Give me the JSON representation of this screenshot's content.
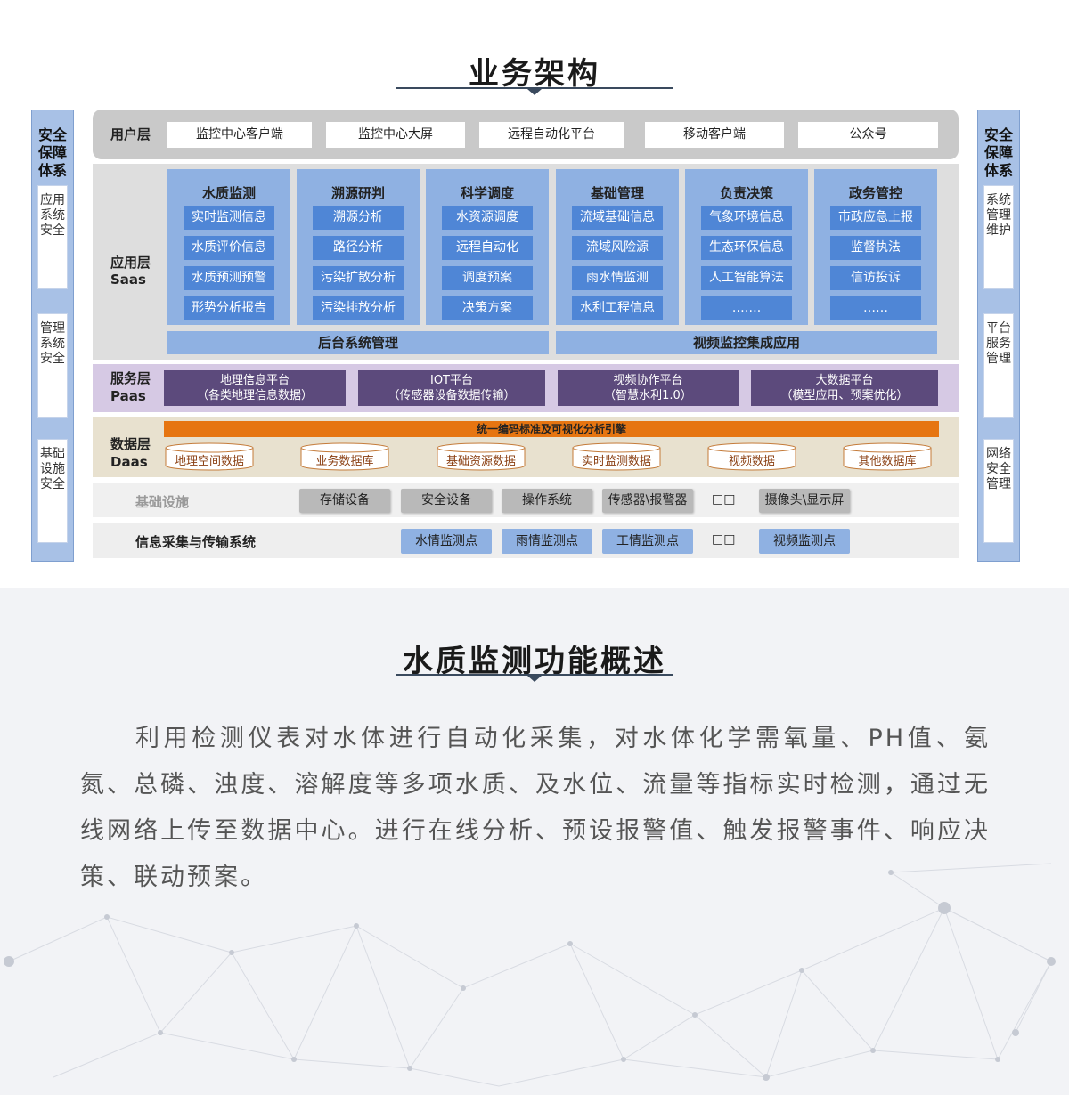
{
  "architecture": {
    "title": "业务架构",
    "left_side": {
      "title": "安全保障体系",
      "items": [
        "应用系统安全",
        "管理系统安全",
        "基础设施安全"
      ]
    },
    "right_side": {
      "title": "安全保障体系",
      "items": [
        "系统管理维护",
        "平台服务管理",
        "网络安全管理"
      ]
    },
    "user_layer": {
      "label": "用户层",
      "items": [
        "监控中心客户端",
        "监控中心大屏",
        "远程自动化平台",
        "移动客户端",
        "公众号"
      ]
    },
    "app_layer": {
      "label": "应用层",
      "sublabel": "Saas",
      "columns": [
        {
          "title": "水质监测",
          "items": [
            "实时监测信息",
            "水质评价信息",
            "水质预测预警",
            "形势分析报告"
          ]
        },
        {
          "title": "溯源研判",
          "items": [
            "溯源分析",
            "路径分析",
            "污染扩散分析",
            "污染排放分析"
          ]
        },
        {
          "title": "科学调度",
          "items": [
            "水资源调度",
            "远程自动化",
            "调度预案",
            "决策方案"
          ]
        },
        {
          "title": "基础管理",
          "items": [
            "流域基础信息",
            "流域风险源",
            "雨水情监测",
            "水利工程信息"
          ]
        },
        {
          "title": "负责决策",
          "items": [
            "气象环境信息",
            "生态环保信息",
            "人工智能算法",
            "……."
          ]
        },
        {
          "title": "政务管控",
          "items": [
            "市政应急上报",
            "监督执法",
            "信访投诉",
            "……"
          ]
        }
      ],
      "bars": [
        "后台系统管理",
        "视频监控集成应用"
      ]
    },
    "service_layer": {
      "label": "服务层",
      "sublabel": "Paas",
      "items": [
        {
          "line1": "地理信息平台",
          "line2": "（各类地理信息数据）"
        },
        {
          "line1": "IOT平台",
          "line2": "（传感器设备数据传输）"
        },
        {
          "line1": "视频协作平台",
          "line2": "（智慧水利1.0）"
        },
        {
          "line1": "大数据平台",
          "line2": "（模型应用、预案优化）"
        }
      ]
    },
    "data_layer": {
      "label": "数据层",
      "sublabel": "Daas",
      "bar": "统一编码标准及可视化分析引擎",
      "items": [
        "地理空间数据",
        "业务数据库",
        "基础资源数据",
        "实时监测数据",
        "视频数据",
        "其他数据库"
      ]
    },
    "infra_layer": {
      "label": "基础设施",
      "items": [
        "存储设备",
        "安全设备",
        "操作系统",
        "传感器\\报警器",
        "□□",
        "摄像头\\显示屏"
      ]
    },
    "collect_layer": {
      "label": "信息采集与传输系统",
      "items": [
        "水情监测点",
        "雨情监测点",
        "工情监测点",
        "□□",
        "视频监测点"
      ]
    }
  },
  "overview": {
    "title": "水质监测功能概述",
    "paragraph": "利用检测仪表对水体进行自动化采集，对水体化学需氧量、PH值、氨氮、总磷、浊度、溶解度等多项水质、及水位、流量等指标实时检测，通过无线网络上传至数据中心。进行在线分析、预设报警值、触发报警事件、响应决策、联动预案。"
  },
  "colors": {
    "side_blue": "#a8c1e6",
    "app_blue": "#8fb1e2",
    "app_item_blue": "#4f86d6",
    "service_purple": "#5c4a7c",
    "data_orange": "#e67511",
    "title_line": "#3a4a5e"
  }
}
